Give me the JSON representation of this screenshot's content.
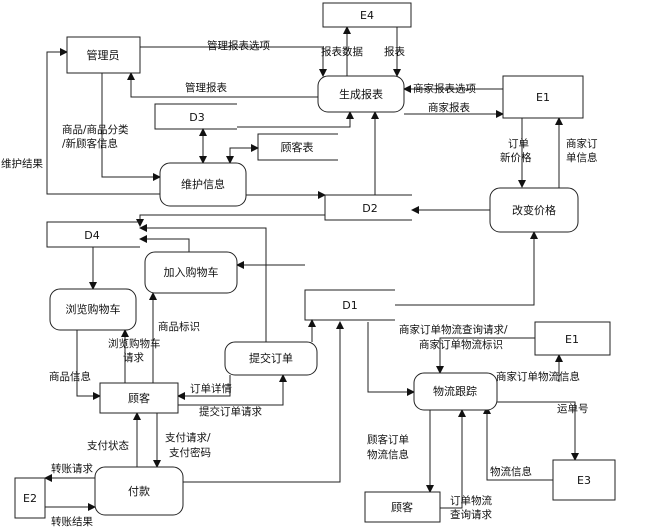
{
  "nodes": {
    "admin": "管理员",
    "gen_report": "生成报表",
    "maintain": "维护信息",
    "change_price": "改变价格",
    "add_cart": "加入购物车",
    "browse_cart": "浏览购物车",
    "submit_order": "提交订单",
    "logistics": "物流跟踪",
    "customer_a": "顾客",
    "customer_b": "顾客",
    "pay": "付款",
    "customer_table": "顾客表",
    "e4": "E4",
    "e1_top": "E1",
    "e1_mid": "E1",
    "e2": "E2",
    "e3": "E3",
    "d1": "D1",
    "d2": "D2",
    "d3": "D3",
    "d4": "D4"
  },
  "labels": {
    "mgmt_option": "管理报表选项",
    "report_data": "报表数据",
    "report": "报表",
    "merchant_option": "商家报表选项",
    "mgmt_report": "管理报表",
    "merchant_report": "商家报表",
    "goods_info_1": "商品/商品分类",
    "goods_info_2": "/新顾客信息",
    "maint_result": "维护结果",
    "order_price_1": "订单",
    "order_price_2": "新价格",
    "merchant_order_1": "商家订",
    "merchant_order_2": "单信息",
    "goods_id": "商品标识",
    "browse_req_1": "浏览购物车",
    "browse_req_2": "请求",
    "goods_info": "商品信息",
    "order_detail": "订单详情",
    "submit_req": "提交订单请求",
    "pay_status": "支付状态",
    "pay_req_1": "支付请求/",
    "pay_req_2": "支付密码",
    "transfer_req": "转账请求",
    "transfer_res": "转账结果",
    "merchant_query_1": "商家订单物流查询请求/",
    "merchant_query_2": "商家订单物流标识",
    "merchant_logi_info": "商家订单物流信息",
    "waybill": "运单号",
    "logi_info": "物流信息",
    "cust_order_1": "顾客订单",
    "cust_order_2": "物流信息",
    "order_query_1": "订单物流",
    "order_query_2": "查询请求"
  }
}
